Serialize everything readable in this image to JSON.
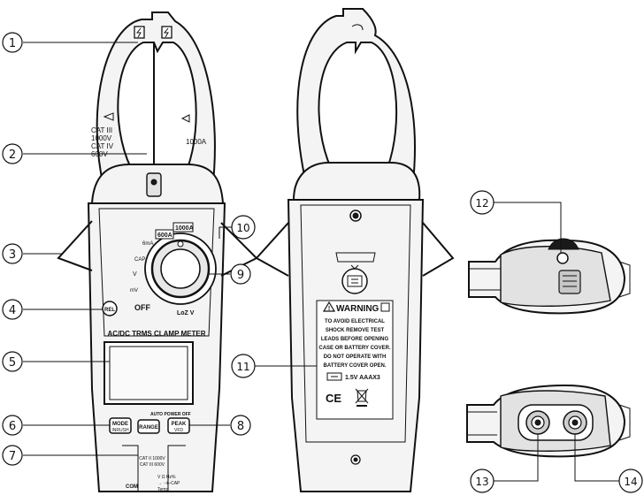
{
  "front": {
    "jaw_labels": [
      "CAT III",
      "1000V",
      "CAT IV",
      "600V"
    ],
    "jaw_rating": "1000A",
    "dial_labels": {
      "a600": "600A",
      "a1000": "1000A",
      "ma": "6mA",
      "cap": "CAP",
      "v": "V",
      "mv": "mV",
      "lozv": "LoZ V",
      "off": "OFF"
    },
    "rel_label": "REL",
    "meter_title": "AC/DC TRMS CLAMP METER",
    "auto_power_off": "AUTO POWER OFF",
    "buttons": {
      "mode_line1": "MODE",
      "mode_line2": "INRUSH",
      "range": "RANGE",
      "peak_line1": "PEAK",
      "peak_line2": "VFD"
    },
    "terminal_rating_1": "CAT II 1000V",
    "terminal_rating_2": "CAT III 600V",
    "terminal_v": "V Ω Hz%",
    "terminal_cap": "→ ⊣⊢CAP",
    "terminal_temp": "Temp",
    "com": "COM"
  },
  "back": {
    "warning_title": "WARNING",
    "warning_lines": [
      "TO AVOID ELECTRICAL",
      "SHOCK REMOVE TEST",
      "LEADS BEFORE OPENING",
      "CASE OR BATTERY COVER.",
      "DO NOT OPERATE WITH",
      "BATTERY COVER OPEN."
    ],
    "battery": "1.5V AAAX3",
    "ce": "CE"
  },
  "callouts": [
    "1",
    "2",
    "3",
    "4",
    "5",
    "6",
    "7",
    "8",
    "9",
    "10",
    "11",
    "12",
    "13",
    "14"
  ]
}
